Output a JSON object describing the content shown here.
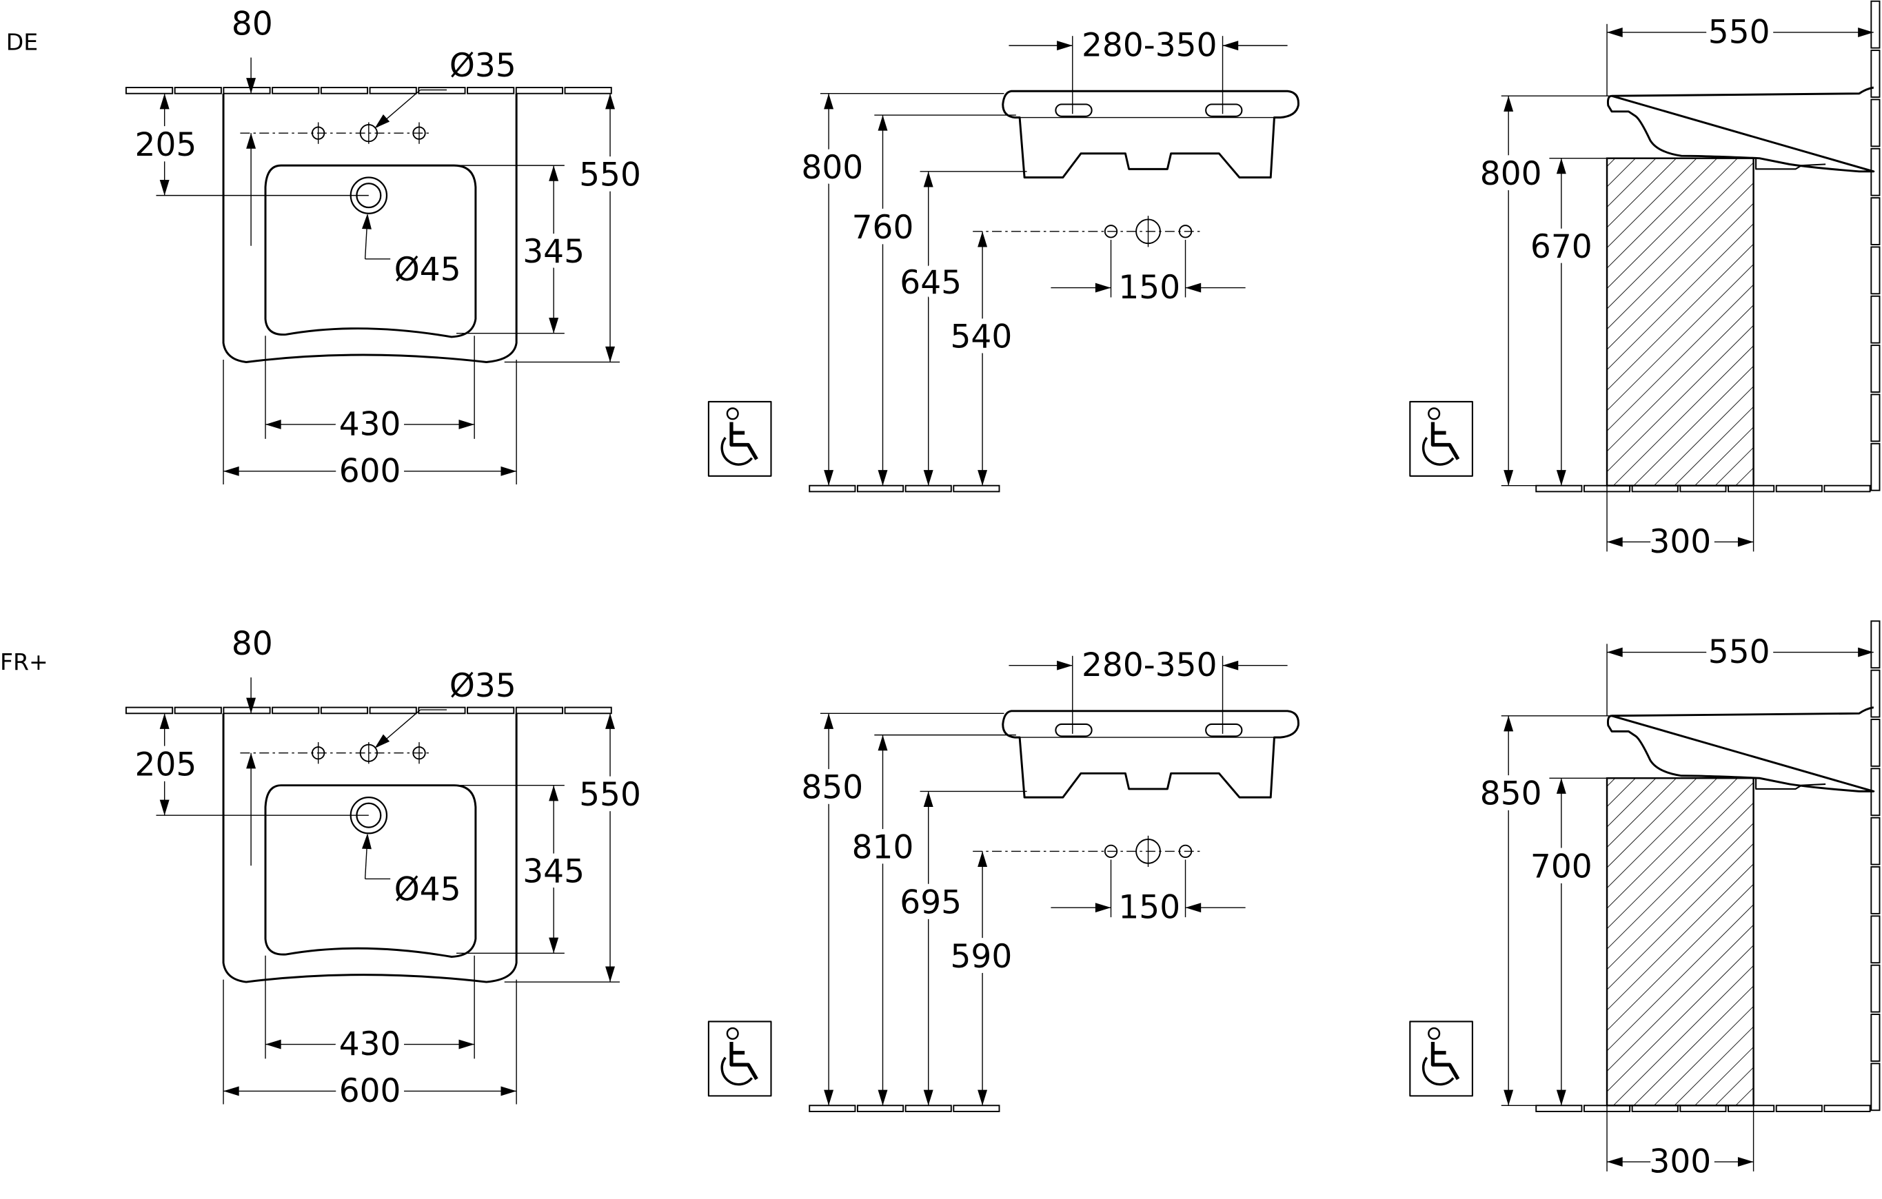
{
  "sections": [
    {
      "label": "DE",
      "top_view": {
        "d80": "80",
        "d205": "205",
        "dia35": "Ø35",
        "dia45": "Ø45",
        "d345": "345",
        "d550": "550",
        "d430": "430",
        "d600": "600"
      },
      "front_view": {
        "fixing_distance": "280-350",
        "h_rim": "800",
        "h_inner": "760",
        "h_bottom": "645",
        "h_drain": "540",
        "d150": "150"
      },
      "side_view": {
        "depth": "550",
        "h_rim": "800",
        "h_clear": "670",
        "d300": "300"
      },
      "icons": [
        "wheelchair-icon",
        "wheelchair-icon"
      ]
    },
    {
      "label": "FR+",
      "top_view": {
        "d80": "80",
        "d205": "205",
        "dia35": "Ø35",
        "dia45": "Ø45",
        "d345": "345",
        "d550": "550",
        "d430": "430",
        "d600": "600"
      },
      "front_view": {
        "fixing_distance": "280-350",
        "h_rim": "850",
        "h_inner": "810",
        "h_bottom": "695",
        "h_drain": "590",
        "d150": "150"
      },
      "side_view": {
        "depth": "550",
        "h_rim": "850",
        "h_clear": "700",
        "d300": "300"
      },
      "icons": [
        "wheelchair-icon",
        "wheelchair-icon"
      ]
    }
  ]
}
